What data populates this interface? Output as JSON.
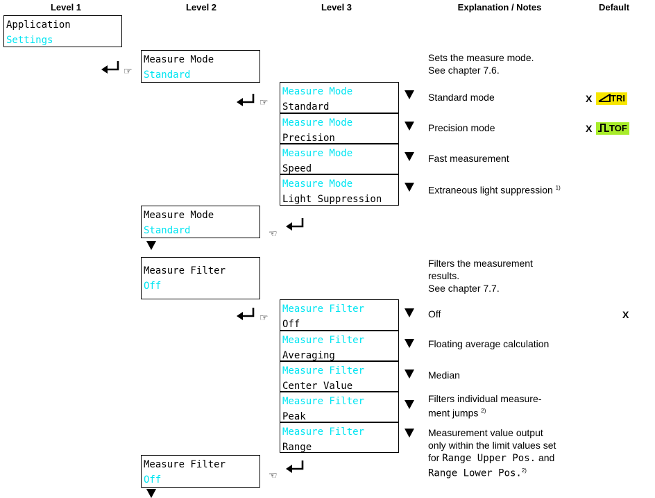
{
  "headers": [
    "Level 1",
    "Level 2",
    "Level 3",
    "Explanation / Notes",
    "Default"
  ],
  "level1": {
    "title": "Application",
    "value": "Settings"
  },
  "mode": {
    "entry": {
      "title": "Measure Mode",
      "value": "Standard"
    },
    "note_lines": [
      "Sets the measure mode.",
      "See chapter 7.6."
    ],
    "options": [
      {
        "title": "Measure Mode",
        "value": "Standard",
        "note": "Standard mode",
        "default": "X",
        "badge": "TRI",
        "badge_color": "#f7e600",
        "badge_icon": "triangle-ramp-icon"
      },
      {
        "title": "Measure Mode",
        "value": "Precision",
        "note": "Precision mode",
        "default": "X",
        "badge": "TOF",
        "badge_color": "#a8ec2a",
        "badge_icon": "pulse-icon"
      },
      {
        "title": "Measure Mode",
        "value": "Speed",
        "note": "Fast measurement"
      },
      {
        "title": "Measure Mode",
        "value": "Light Suppression",
        "note": "Extraneous light suppression",
        "sup": "1)"
      }
    ],
    "exit": {
      "title": "Measure Mode",
      "value": "Standard"
    }
  },
  "filter": {
    "entry": {
      "title": "Measure Filter",
      "value": "Off"
    },
    "note_lines": [
      "Filters the measurement",
      "results.",
      "See chapter 7.7."
    ],
    "options": [
      {
        "title": "Measure Filter",
        "value": "Off",
        "note": "Off",
        "default": "X"
      },
      {
        "title": "Measure Filter",
        "value": "Averaging",
        "note": "Floating average calculation"
      },
      {
        "title": "Measure Filter",
        "value": "Center Value",
        "note": "Median"
      },
      {
        "title": "Measure Filter",
        "value": "Peak",
        "note_lines": [
          "Filters individual measure-",
          "ment jumps"
        ],
        "sup": "2)"
      },
      {
        "title": "Measure Filter",
        "value": "Range",
        "note_lines": [
          "Measurement value output",
          "only within the limit values set",
          "for"
        ],
        "range_upper": "Range Upper Pos.",
        "and": "and",
        "range_lower": "Range Lower Pos.",
        "sup": "2)"
      }
    ],
    "exit": {
      "title": "Measure Filter",
      "value": "Off"
    }
  },
  "icons": {
    "enter": "enter-key-icon",
    "pointer_right": "hand-pointing-right-icon",
    "pointer_left": "hand-pointing-left-icon",
    "down": "down-triangle-icon"
  }
}
